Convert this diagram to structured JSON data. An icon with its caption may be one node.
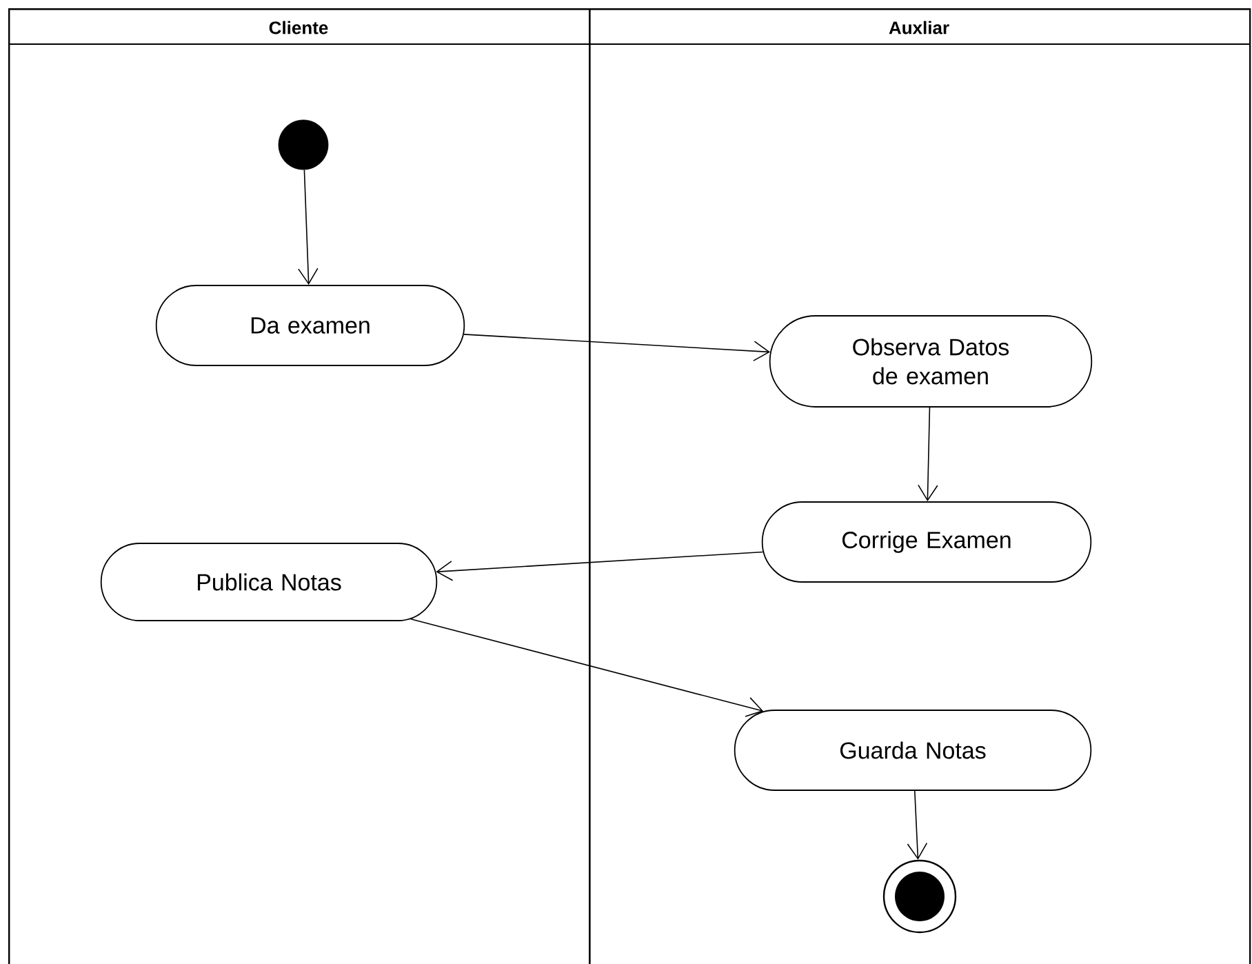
{
  "diagram": {
    "nodes": [
      {
        "text": [
          "Cliente"
        ]
      },
      {
        "text": [
          "Auxliar"
        ]
      },
      {
        "text": [],
        "shape": "circle",
        "in": 0
      },
      {
        "text": [
          "Da examen"
        ],
        "in": 0
      },
      {
        "text": [
          "Observa Datos de examen"
        ],
        "in": 1
      },
      {
        "text": [
          "Corrige Examen"
        ],
        "in": 1
      },
      {
        "text": [
          "Publica Notas"
        ],
        "in": 0
      },
      {
        "text": [
          "Guarda Notas"
        ],
        "in": 1
      },
      {
        "text": [],
        "shape": "circle",
        "in": 1
      }
    ],
    "edges": [
      {
        "from": 2,
        "to": 3,
        "arrow": "to"
      },
      {
        "from": 3,
        "to": 4,
        "arrow": "to"
      },
      {
        "from": 4,
        "to": 5,
        "arrow": "to"
      },
      {
        "from": 5,
        "to": 6,
        "arrow": "to"
      },
      {
        "from": 6,
        "to": 7,
        "arrow": "to"
      },
      {
        "from": 7,
        "to": 8,
        "arrow": "to"
      }
    ]
  }
}
